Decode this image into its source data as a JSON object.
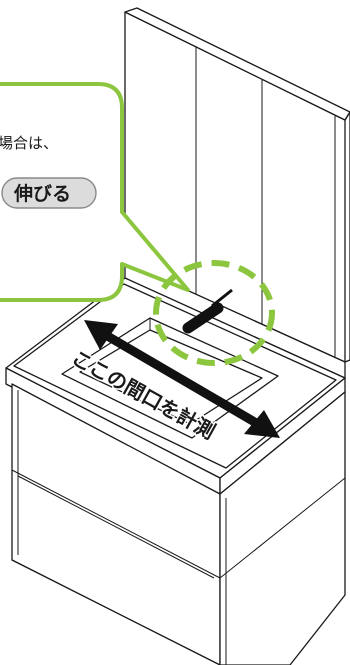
{
  "callout": {
    "line1": "場合は、",
    "pill_label": "伸びる"
  },
  "measure_label": "ここの間口を計測",
  "colors": {
    "accent_green": "#8cc63f",
    "outline": "#1a1a1a",
    "pill_fill": "#dcdcdc",
    "arrow": "#111111",
    "paper": "#ffffff"
  },
  "icons": {
    "arrow": "double-headed-arrow-icon",
    "highlight": "dashed-circle-highlight",
    "plug": "extendable-hose-icon"
  }
}
